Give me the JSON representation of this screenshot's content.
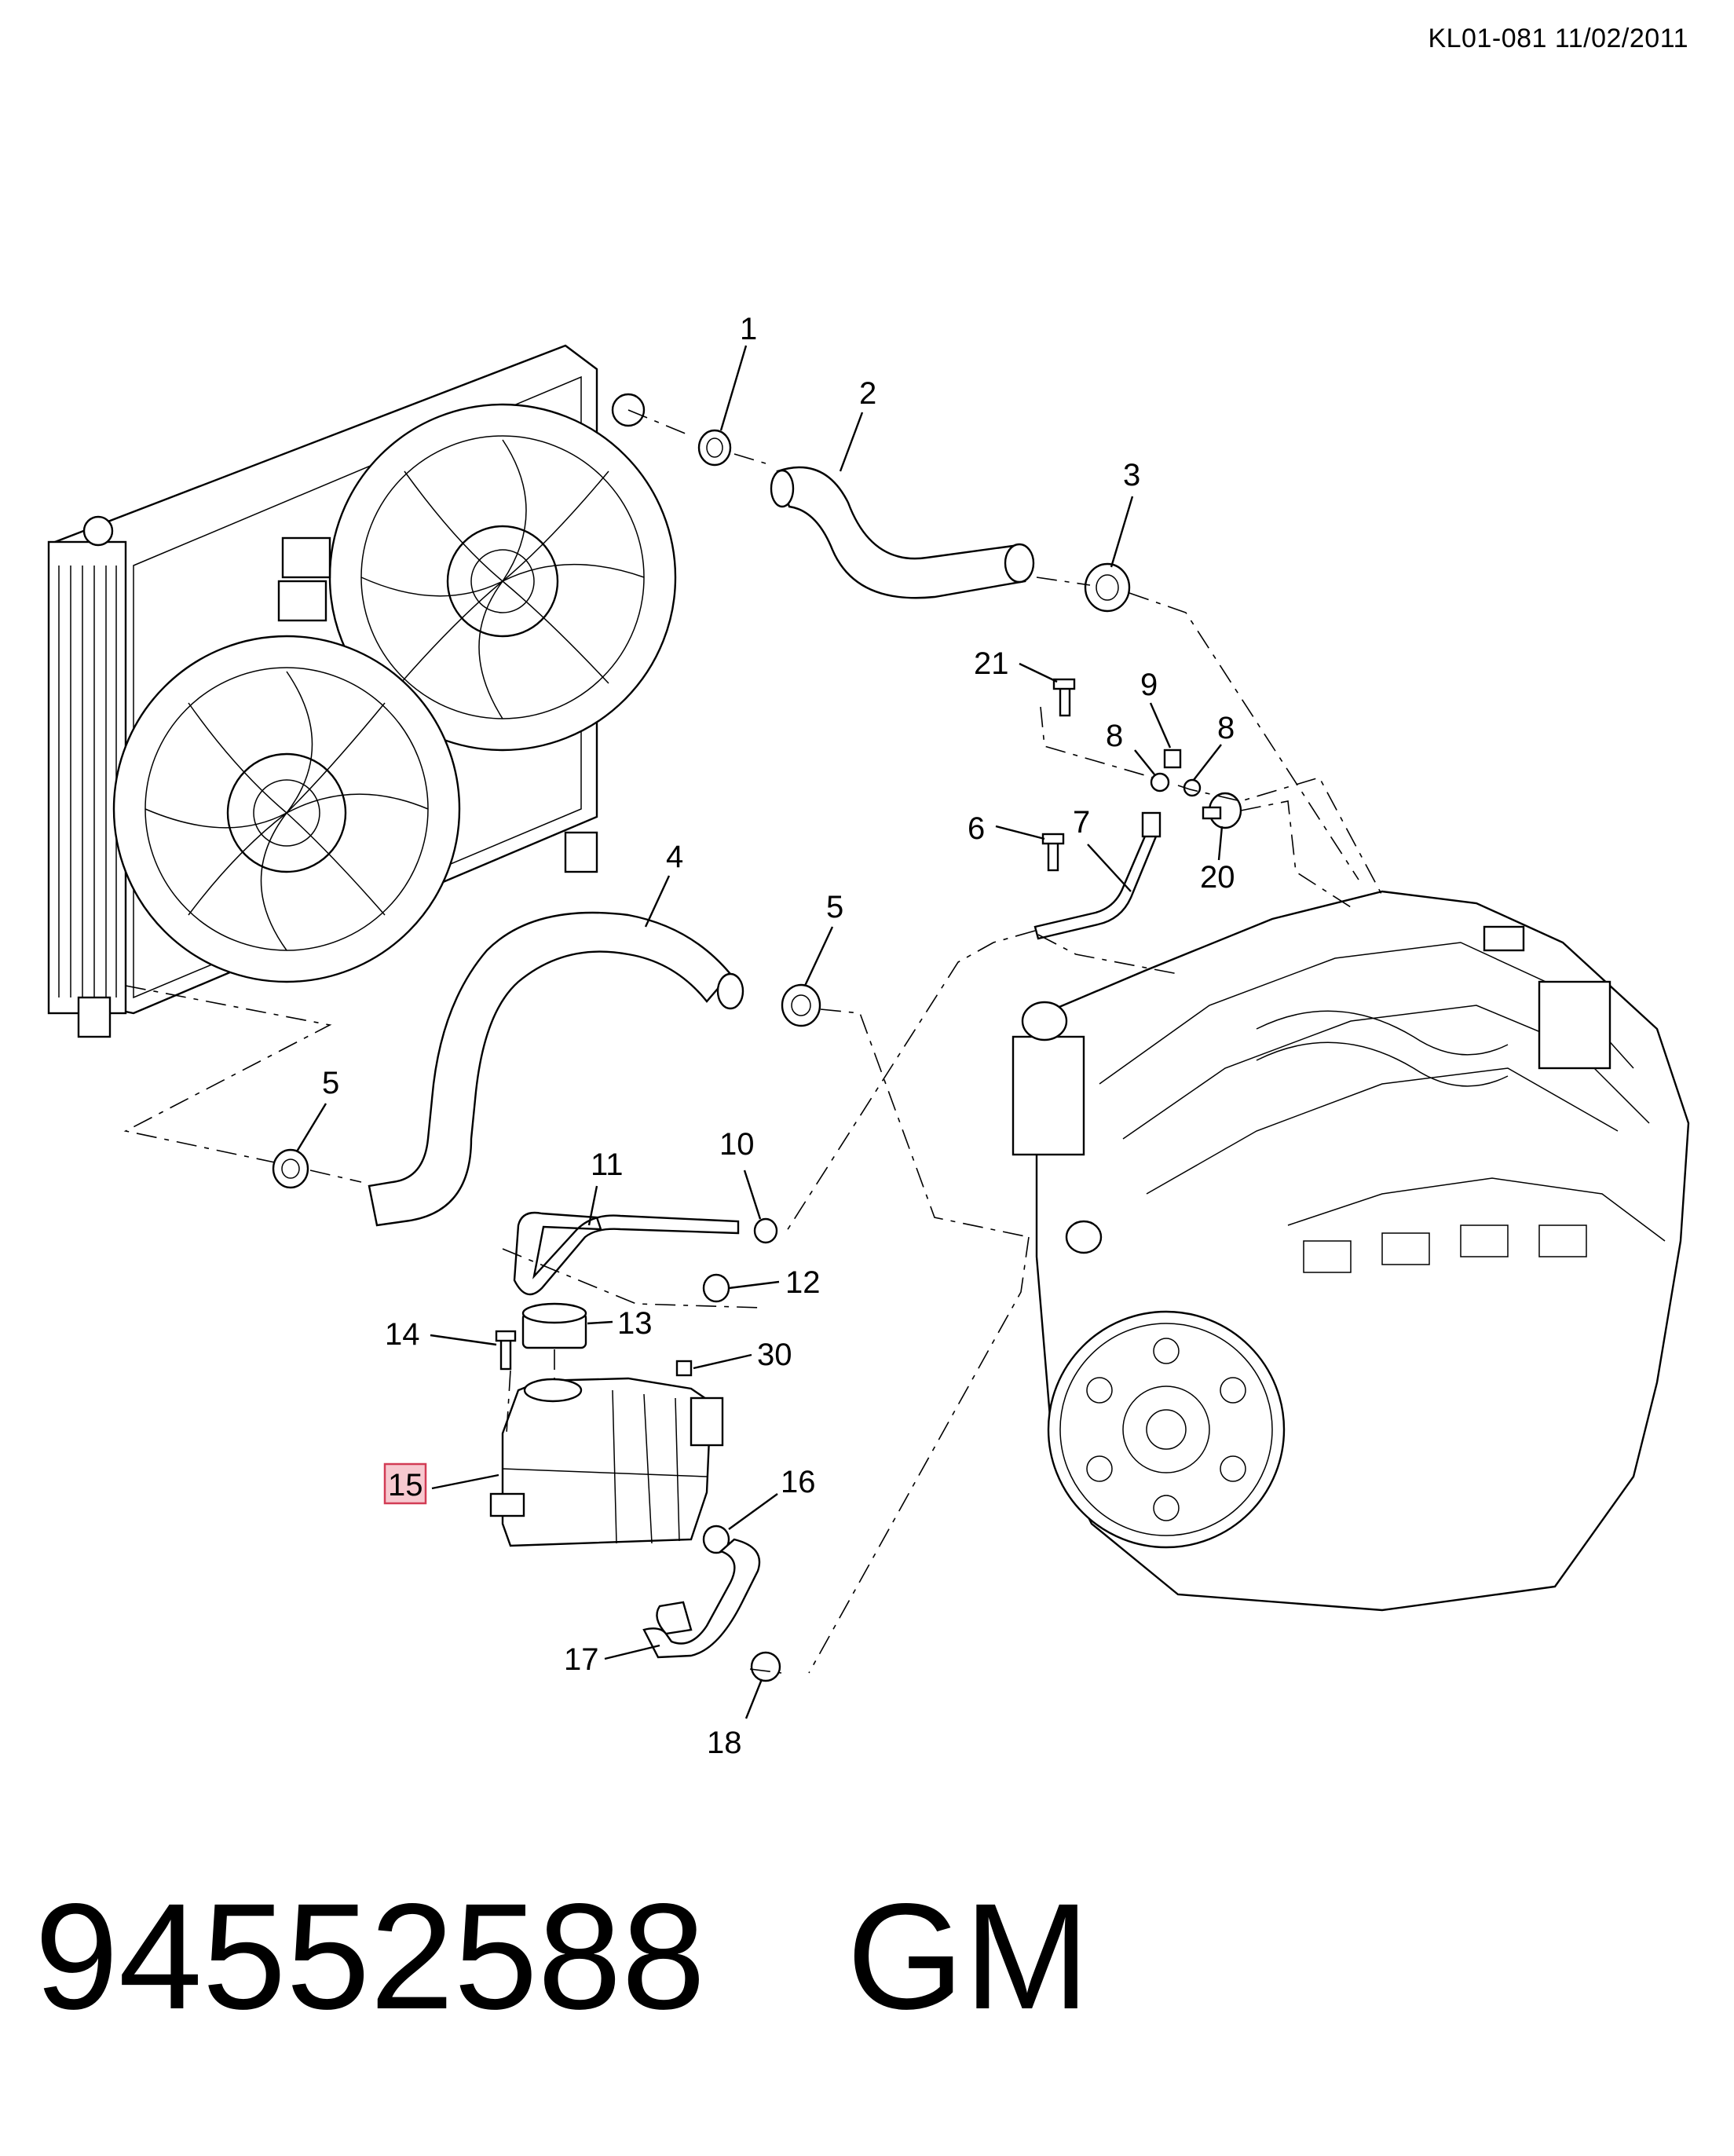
{
  "header": {
    "reference_code": "KL01-081 11/02/2011"
  },
  "callouts": {
    "c1": "1",
    "c2": "2",
    "c3": "3",
    "c4": "4",
    "c5a": "5",
    "c5b": "5",
    "c6": "6",
    "c7": "7",
    "c8a": "8",
    "c8b": "8",
    "c9": "9",
    "c10": "10",
    "c11": "11",
    "c12": "12",
    "c13": "13",
    "c14": "14",
    "c15": "15",
    "c16": "16",
    "c17": "17",
    "c18": "18",
    "c20": "20",
    "c21": "21",
    "c30": "30"
  },
  "highlighted_callout": "15",
  "footer": {
    "part_number": "94552588",
    "brand": "GM"
  },
  "colors": {
    "highlight_fill": "#f7c9d0",
    "highlight_border": "#d23c55",
    "line": "#000000"
  }
}
